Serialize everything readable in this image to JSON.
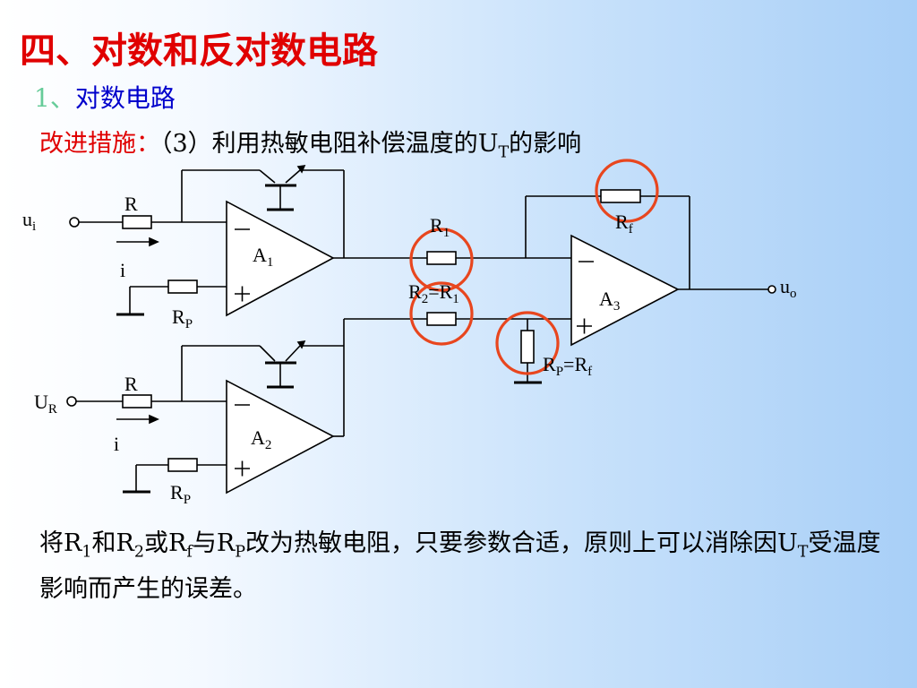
{
  "title": "四、对数和反对数电路",
  "subtitle": {
    "number": "1、",
    "text": "对数电路"
  },
  "note": {
    "label": "改进措施：",
    "text": "（3）利用热敏电阻补偿温度的",
    "u": "U",
    "u_sub": "T",
    "after": "的影响"
  },
  "diagram": {
    "input_top": "u",
    "input_top_sub": "i",
    "input_bottom": "U",
    "input_bottom_sub": "R",
    "output": "u",
    "output_sub": "o",
    "r_top": "R",
    "r_bottom": "R",
    "current_top": "i",
    "current_bottom": "i",
    "rp_top": "R",
    "rp_top_sub": "P",
    "rp_bottom": "R",
    "rp_bottom_sub": "P",
    "op1": "A",
    "op1_sub": "1",
    "op2": "A",
    "op2_sub": "2",
    "op3": "A",
    "op3_sub": "3",
    "minus": "−",
    "plus": "+",
    "r1": "R",
    "r1_sub": "1",
    "r2": "R",
    "r2_sub": "2",
    "r2_eq": "=R",
    "r2_eq_sub": "1",
    "rf": "R",
    "rf_sub": "f",
    "rp3": "R",
    "rp3_sub": "P",
    "rp3_eq": "=R",
    "rp3_eq_sub": "f",
    "highlight_color": "#e8461e"
  },
  "bottom_text": {
    "p1": "将",
    "r1": "R",
    "r1_sub": "1",
    "p2": "和",
    "r2": "R",
    "r2_sub": "2",
    "p3": "或",
    "rf": "R",
    "rf_sub": "f",
    "p4": "与",
    "rp": "R",
    "rp_sub": "P",
    "p5": "改为热敏电阻，只要参数合适，原则上可以消除因",
    "ut": "U",
    "ut_sub": "T",
    "p6": "受温度影响而产生的误差。"
  }
}
